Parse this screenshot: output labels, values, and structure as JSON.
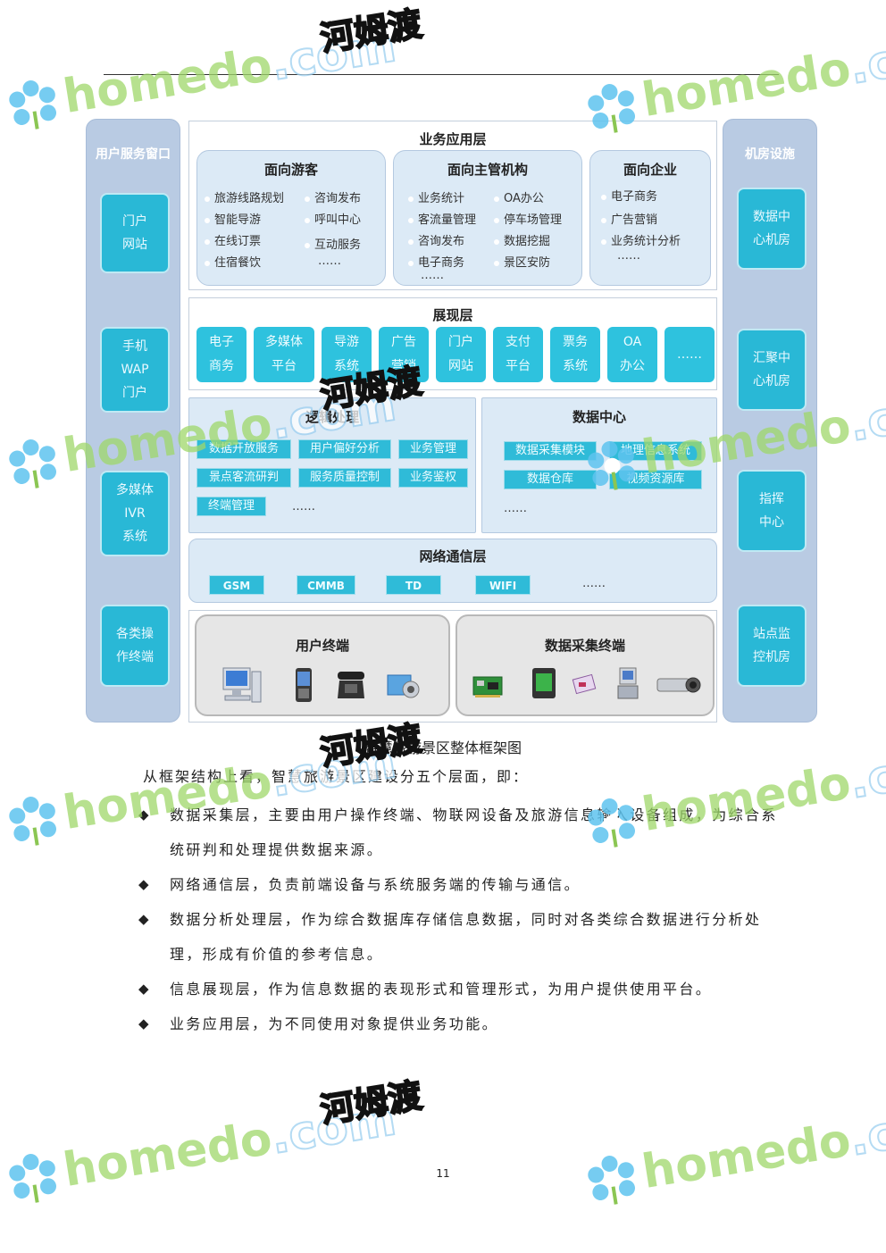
{
  "diagram": {
    "left_column": {
      "title": "用户服务窗口",
      "boxes": [
        [
          "门户",
          "网站"
        ],
        [
          "手机",
          "WAP",
          "门户"
        ],
        [
          "多媒体",
          "IVR",
          "系统"
        ],
        [
          "各类操",
          "作终端"
        ]
      ]
    },
    "right_column": {
      "title": "机房设施",
      "boxes": [
        [
          "数据中",
          "心机房"
        ],
        [
          "汇聚中",
          "心机房"
        ],
        [
          "指挥",
          "中心"
        ],
        [
          "站点监",
          "控机房"
        ]
      ]
    },
    "business_layer": {
      "title": "业务应用层",
      "panels": [
        {
          "title": "面向游客",
          "items": [
            "旅游线路规划",
            "咨询发布",
            "智能导游",
            "呼叫中心",
            "在线订票",
            "互动服务",
            "住宿餐饮"
          ],
          "more": "……"
        },
        {
          "title": "面向主管机构",
          "items": [
            "业务统计",
            "OA办公",
            "客流量管理",
            "停车场管理",
            "咨询发布",
            "数据挖掘",
            "电子商务",
            "景区安防"
          ],
          "more": "……"
        },
        {
          "title": "面向企业",
          "items": [
            "电子商务",
            "广告营销",
            "业务统计分析"
          ],
          "more": "……"
        }
      ]
    },
    "presentation_layer": {
      "title": "展现层",
      "tiles": [
        [
          "电子",
          "商务"
        ],
        [
          "多媒体",
          "平台"
        ],
        [
          "导游",
          "系统"
        ],
        [
          "广告",
          "营销"
        ],
        [
          "门户",
          "网站"
        ],
        [
          "支付",
          "平台"
        ],
        [
          "票务",
          "系统"
        ],
        [
          "OA",
          "办公"
        ],
        [
          "……"
        ]
      ]
    },
    "logic_layer": {
      "title": "逻辑处理",
      "buttons": [
        "数据开放服务",
        "用户偏好分析",
        "业务管理",
        "景点客流研判",
        "服务质量控制",
        "业务鉴权",
        "终端管理"
      ],
      "more": "……"
    },
    "data_center": {
      "title": "数据中心",
      "buttons": [
        "数据采集模块",
        "地理信息系统",
        "数据仓库",
        "视频资源库"
      ],
      "more": "……"
    },
    "network_layer": {
      "title": "网络通信层",
      "buttons": [
        "GSM",
        "CMMB",
        "TD",
        "WIFI"
      ],
      "more": "……"
    },
    "terminals": {
      "user_title": "用户终端",
      "collect_title": "数据采集终端"
    }
  },
  "caption": "智慧旅游景区整体框架图",
  "intro": "从框架结构上看，智慧旅游景区建设分五个层面，即：",
  "bullets": [
    "数据采集层，主要由用户操作终端、物联网设备及旅游信息输入设备组成，为综合系统研判和处理提供数据来源。",
    "网络通信层，负责前端设备与系统服务端的传输与通信。",
    "数据分析处理层，作为综合数据库存储信息数据，同时对各类综合数据进行分析处理，形成有价值的参考信息。",
    "信息展现层，作为信息数据的表现形式和管理形式，为用户提供使用平台。",
    "业务应用层，为不同使用对象提供业务功能。"
  ],
  "bullet_marker": "◆",
  "page_number": "11",
  "watermark": {
    "brand": "homedo",
    "suffix": ".com",
    "cn": "河姆渡"
  },
  "colors": {
    "tile": "#2ec2de",
    "panel": "#dceaf6",
    "side": "#b9cbe3",
    "watermark_green": "#9fd86a"
  }
}
